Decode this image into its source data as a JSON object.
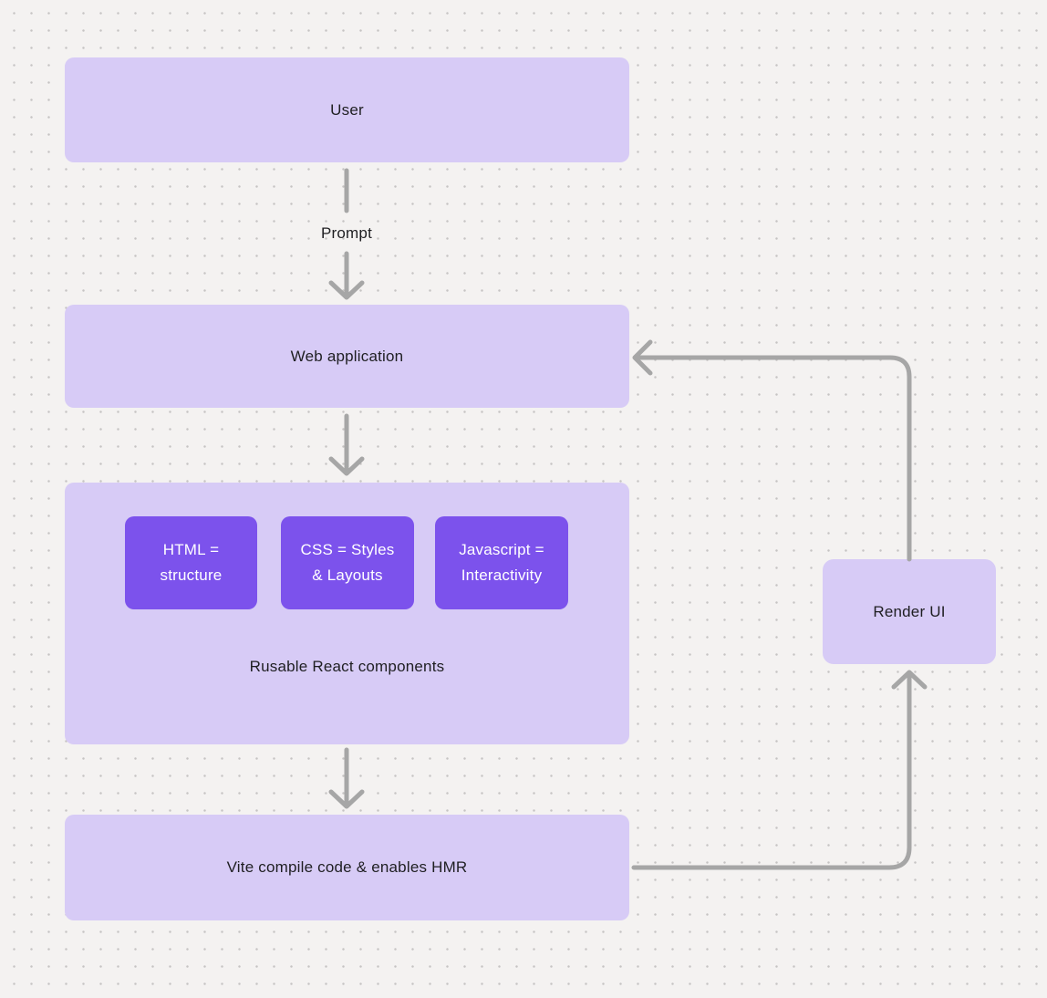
{
  "palette": {
    "background": "#f4f2f1",
    "dot": "#c6c4c3",
    "node_light_purple": "#d7cbf6",
    "node_dark_purple": "#7c52ec",
    "arrow_gray": "#a6a6a6",
    "text_dark": "#1f1f22",
    "text_light": "#ffffff"
  },
  "nodes": {
    "user": {
      "label": "User"
    },
    "web_application": {
      "label": "Web application"
    },
    "components": {
      "caption": "Rusable React components",
      "items": [
        {
          "lines": [
            "HTML =",
            "structure"
          ]
        },
        {
          "lines": [
            "CSS = Styles",
            "& Layouts"
          ]
        },
        {
          "lines": [
            "Javascript =",
            "Interactivity"
          ]
        }
      ]
    },
    "vite": {
      "label": "Vite compile code & enables HMR"
    },
    "render_ui": {
      "label": "Render UI"
    }
  },
  "edges": {
    "prompt_label": "Prompt"
  }
}
